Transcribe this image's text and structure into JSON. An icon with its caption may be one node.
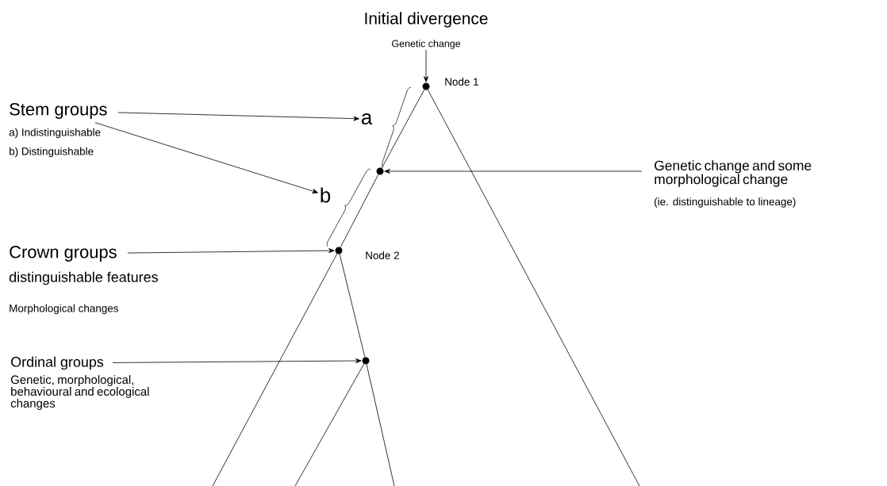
{
  "diagram": {
    "title": "Initial divergence",
    "nodes": [
      {
        "text": [
          "Genetic change"
        ]
      },
      {
        "text": [],
        "shape": "circle",
        "beside": [
          "Node 1"
        ]
      },
      {
        "text": [
          "Stem groups",
          "a) Indistinguishable",
          "b) Distinguishable"
        ]
      },
      {
        "text": [
          "a"
        ]
      },
      {
        "text": [],
        "shape": "circle"
      },
      {
        "text": [
          "Genetic change and some morphological change",
          "(ie. distinguishable to lineage)"
        ]
      },
      {
        "text": [
          "b"
        ]
      },
      {
        "text": [
          "Crown groups",
          "distinguishable features",
          "Morphological changes"
        ]
      },
      {
        "text": [],
        "shape": "circle",
        "beside": [
          "Node 2"
        ]
      },
      {
        "text": [
          "Ordinal groups",
          "Genetic, morphological, behavioural and ecological changes"
        ]
      },
      {
        "text": [],
        "shape": "circle"
      }
    ],
    "edges": [
      {
        "from": 0,
        "to": 1,
        "arrow": "to"
      },
      {
        "from": 2,
        "to": 3,
        "arrow": "to"
      },
      {
        "from": 2,
        "to": 6,
        "arrow": "to"
      },
      {
        "from": 5,
        "to": 4,
        "arrow": "to"
      },
      {
        "from": 7,
        "to": 8,
        "arrow": "to"
      },
      {
        "from": 9,
        "to": 10,
        "arrow": "to"
      },
      {
        "from": 1,
        "to": 4,
        "arrow": "none"
      },
      {
        "from": 4,
        "to": 8,
        "arrow": "none"
      },
      {
        "from": 1,
        "to": null,
        "arrow": "none"
      },
      {
        "from": 8,
        "to": null,
        "arrow": "none"
      },
      {
        "from": 8,
        "to": 10,
        "arrow": "none"
      },
      {
        "from": 10,
        "to": null,
        "arrow": "none"
      },
      {
        "from": 10,
        "to": null,
        "arrow": "none"
      }
    ]
  }
}
